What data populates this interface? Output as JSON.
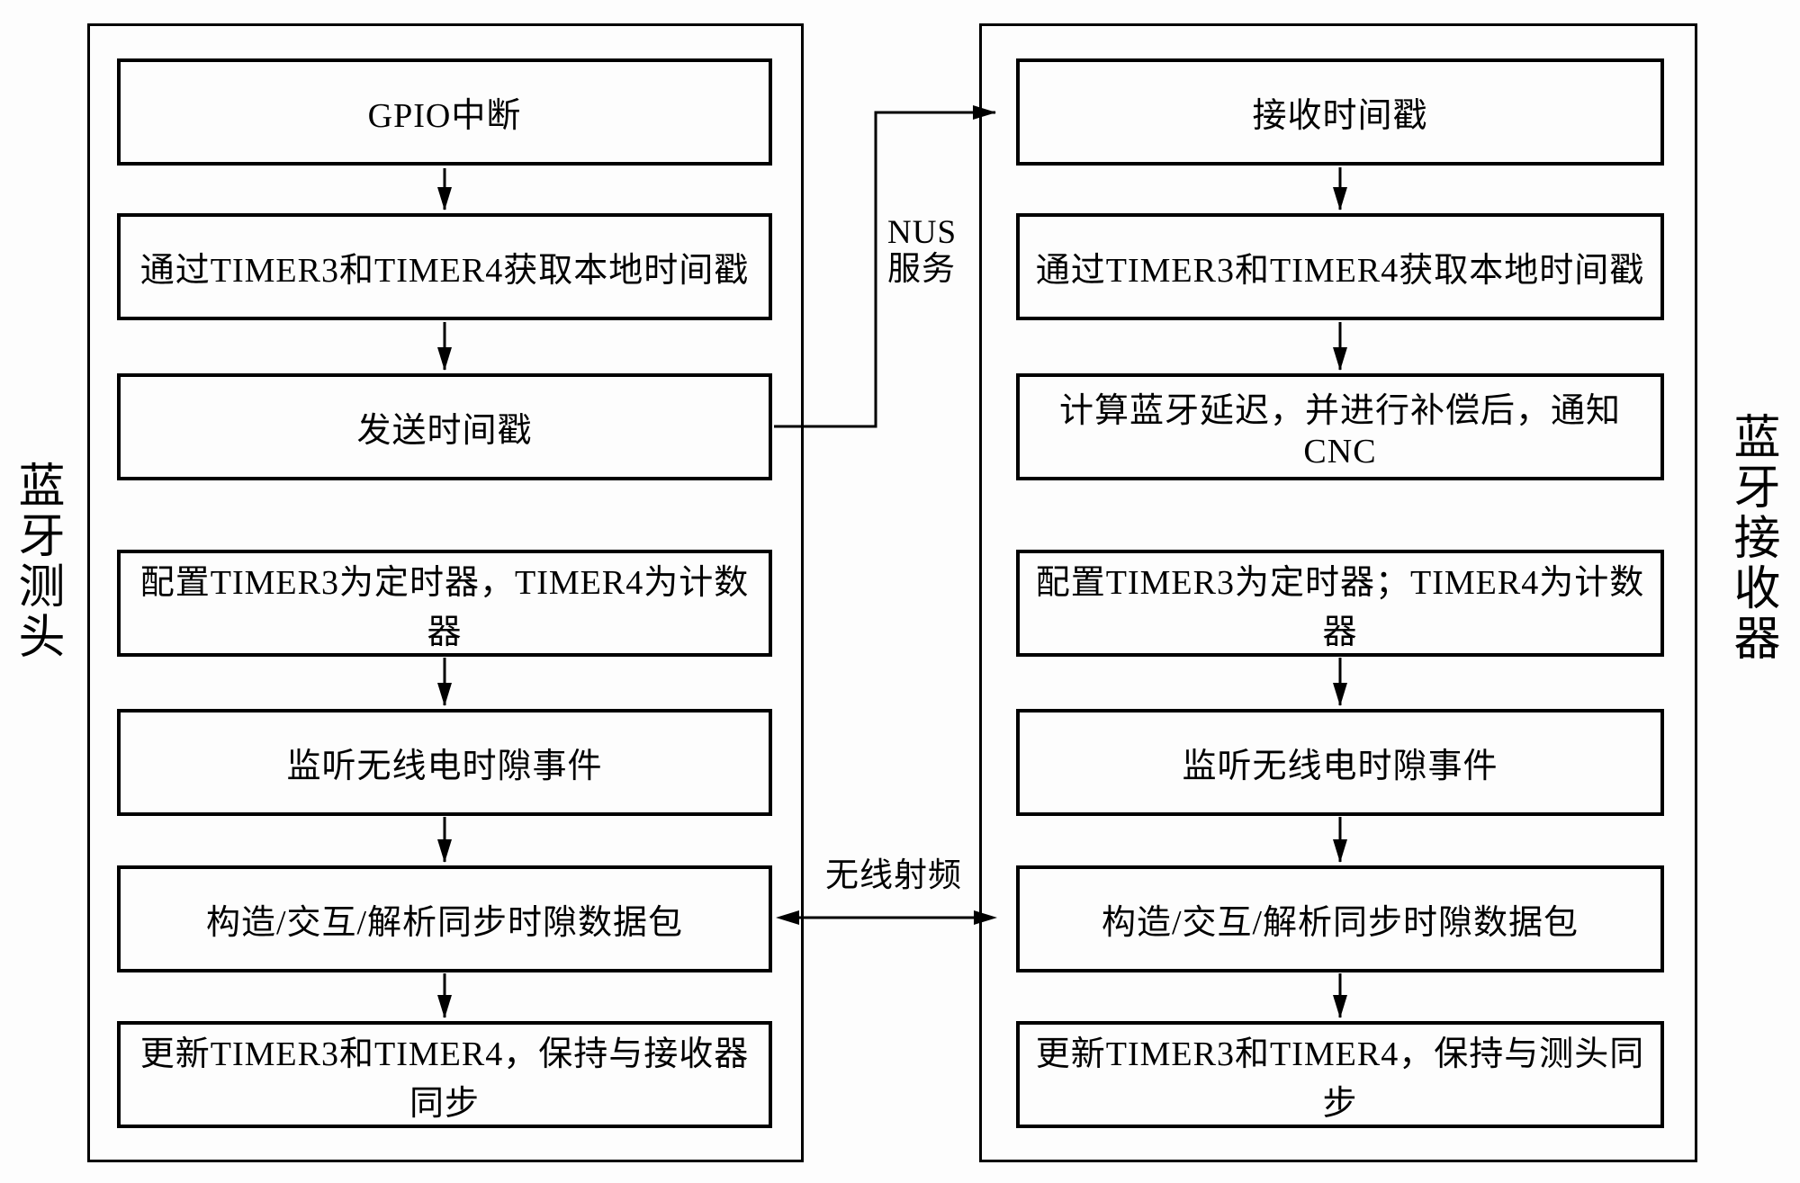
{
  "figure": {
    "background": "#fdfdfd",
    "line_color": "#000000"
  },
  "panels": {
    "left": {
      "side_label": "蓝牙测头",
      "boxes": [
        "GPIO中断",
        "通过TIMER3和TIMER4获取本地时间戳",
        "发送时间戳",
        "配置TIMER3为定时器，TIMER4为计数器",
        "监听无线电时隙事件",
        "构造/交互/解析同步时隙数据包",
        "更新TIMER3和TIMER4，保持与接收器同步"
      ]
    },
    "right": {
      "side_label": "蓝牙接收器",
      "boxes": [
        "接收时间戳",
        "通过TIMER3和TIMER4获取本地时间戳",
        "计算蓝牙延迟，并进行补偿后，通知CNC",
        "配置TIMER3为定时器；TIMER4为计数器",
        "监听无线电时隙事件",
        "构造/交互/解析同步时隙数据包",
        "更新TIMER3和TIMER4，保持与测头同步"
      ]
    }
  },
  "connections": {
    "nus": {
      "label": "NUS\n服务"
    },
    "rf": {
      "label": "无线射频"
    }
  }
}
